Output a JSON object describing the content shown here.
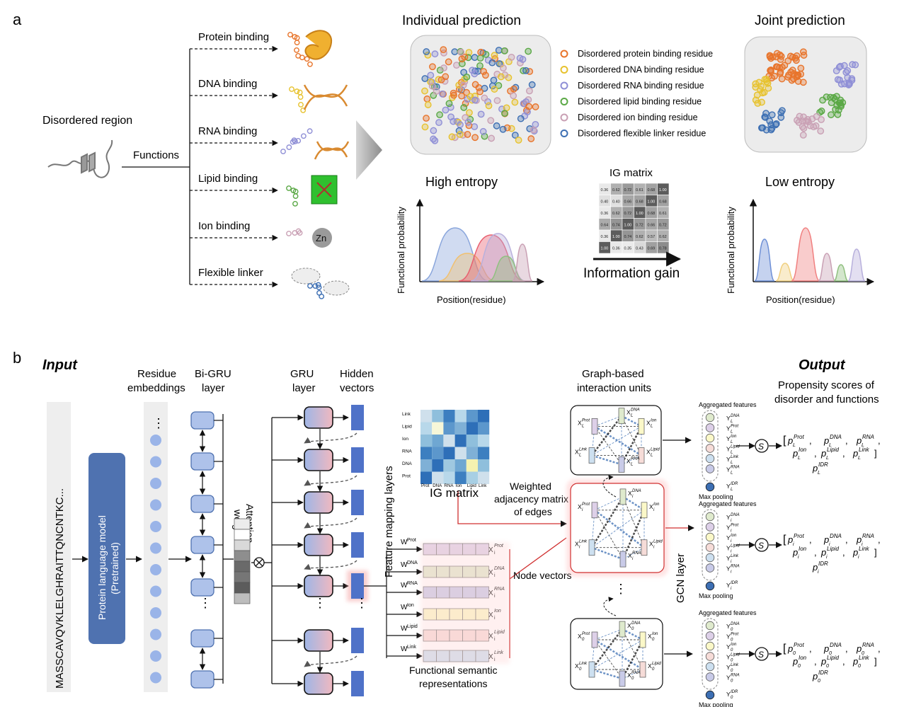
{
  "panel_a": {
    "label": "a",
    "disordered_region": "Disordered region",
    "functions_label": "Functions",
    "functions": [
      "Protein binding",
      "DNA binding",
      "RNA binding",
      "Lipid binding",
      "Ion binding",
      "Flexible linker"
    ],
    "zn_label": "Zn",
    "individual_prediction": "Individual prediction",
    "joint_prediction": "Joint prediction",
    "legend": [
      {
        "label": "Disordered protein binding residue",
        "color": "#e8742a"
      },
      {
        "label": "Disordered DNA binding residue",
        "color": "#e7c22e"
      },
      {
        "label": "Disordered RNA binding residue",
        "color": "#8f8fd6"
      },
      {
        "label": "Disordered lipid binding residue",
        "color": "#5aa845"
      },
      {
        "label": "Disordered ion binding residue",
        "color": "#c9a0b4"
      },
      {
        "label": "Disordered flexible linker residue",
        "color": "#3d6fb3"
      }
    ],
    "high_entropy": "High entropy",
    "low_entropy": "Low entropy",
    "ig_matrix_title": "IG matrix",
    "ig_values": [
      [
        "0.36",
        "0.62",
        "0.72",
        "0.61",
        "0.68",
        "1.00"
      ],
      [
        "0.40",
        "0.40",
        "0.66",
        "0.68",
        "1.00",
        "0.68"
      ],
      [
        "0.36",
        "0.62",
        "0.72",
        "1.00",
        "0.68",
        "0.61"
      ],
      [
        "0.64",
        "0.74",
        "1.00",
        "0.72",
        "0.66",
        "0.72"
      ],
      [
        "0.36",
        "1.00",
        "0.74",
        "0.62",
        "0.57",
        "0.62"
      ],
      [
        "1.00",
        "0.36",
        "0.35",
        "0.43",
        "0.69",
        "0.78"
      ]
    ],
    "information_gain": "Information gain",
    "y_axis": "Functional probability",
    "x_axis": "Position(residue)"
  },
  "panel_b": {
    "label": "b",
    "input": "Input",
    "output": "Output",
    "residue_embeddings": [
      "Residue",
      "embeddings"
    ],
    "bigru_layer": [
      "Bi-GRU",
      "layer"
    ],
    "gru_layer": [
      "GRU",
      "layer"
    ],
    "hidden_vectors": [
      "Hidden",
      "vectors"
    ],
    "sequence": "MASSCAVQVKLELGHRAITTQNCNTKC...",
    "plm": [
      "Protein language model",
      "(Pretrained)"
    ],
    "attention_weights": [
      "Attention",
      "weights"
    ],
    "feature_mapping": "Feature mapping layers",
    "weights": [
      "W",
      "W",
      "W",
      "W",
      "W",
      "W"
    ],
    "weight_sups": [
      "Prot",
      "DNA",
      "RNA",
      "Ion",
      "Lipid",
      "Link"
    ],
    "ig_matrix": "IG matrix",
    "ig_rows": [
      "Link",
      "Lipid",
      "Ion",
      "RNA",
      "DNA",
      "Prot"
    ],
    "ig_cols": [
      "Prot",
      "DNA",
      "RNA",
      "Ion",
      "Lipid",
      "Link"
    ],
    "weighted_adj": [
      "Weighted",
      "adjacency matrix",
      "of edges"
    ],
    "node_vectors": "Node vectors",
    "fsr": [
      "Functional semantic",
      "representations"
    ],
    "graph_units": [
      "Graph-based",
      "interaction units"
    ],
    "gcn_layer": "GCN layer",
    "aggregated_features": "Aggregated features",
    "max_pooling": "Max pooling",
    "propensity": [
      "Propensity scores of",
      "disorder and functions"
    ],
    "sigma": "S",
    "ellipsis": "⋮"
  }
}
